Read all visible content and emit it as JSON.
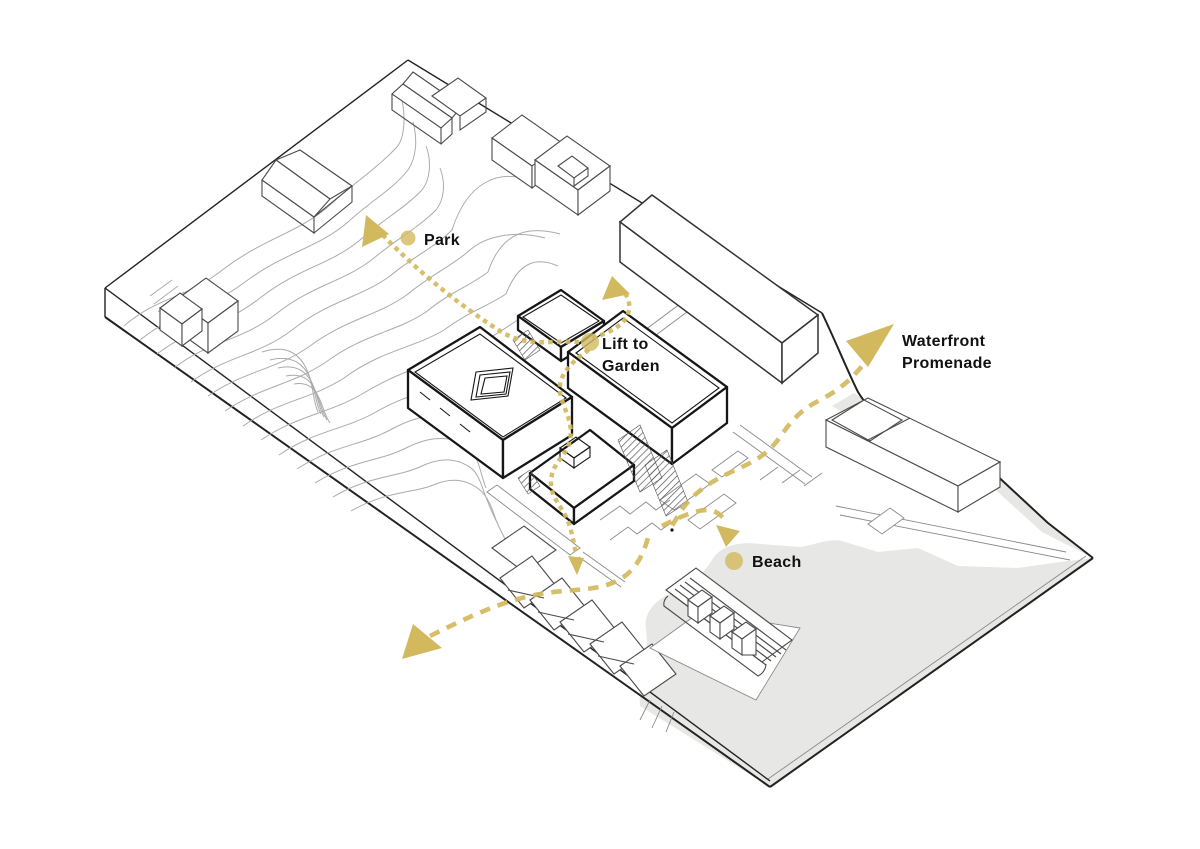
{
  "diagram": {
    "title": "Axonometric site circulation diagram",
    "labels": {
      "park": "Park",
      "lift_line1": "Lift to",
      "lift_line2": "Garden",
      "waterfront_line1": "Waterfront",
      "waterfront_line2": "Promenade",
      "beach": "Beach"
    },
    "markers": {
      "park_node": "route-node",
      "lift_node": "route-node",
      "beach_node": "route-node"
    },
    "icons": [
      "park-arrowhead-icon",
      "garden-up-arrowhead-icon",
      "waterfront-arrowhead-icon",
      "beach-arrowhead-icon",
      "southwest-arrowhead-icon",
      "courtyard-arrowhead-icon"
    ],
    "colors": {
      "gold": "#D2B95E",
      "water": "#E7E7E5",
      "contour": "#ABABAB",
      "ctx": "#4a4a4a",
      "main": "#161616",
      "label": "#111111",
      "bg": "#FFFFFF"
    }
  }
}
